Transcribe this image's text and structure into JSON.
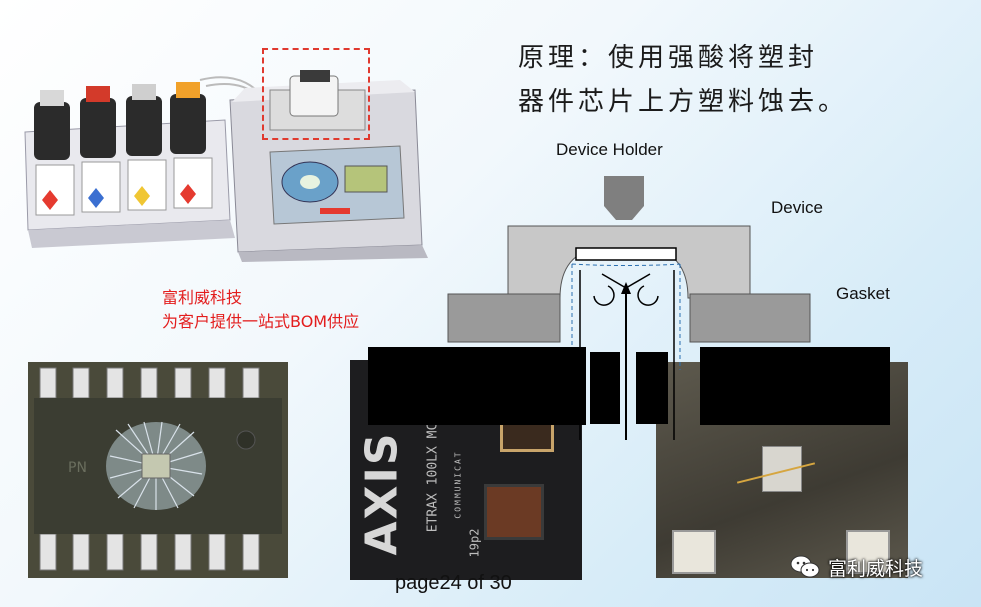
{
  "principle": {
    "line1": "原理：使用强酸将塑封",
    "line2": "器件芯片上方塑料蚀去。"
  },
  "diagram": {
    "device_holder": "Device Holder",
    "device": "Device",
    "gasket": "Gasket"
  },
  "company": {
    "name": "富利威科技",
    "slogan": "为客户提供一站式BOM供应"
  },
  "chip_photo": {
    "marking_left": "AXIS",
    "marking_right": "ETRAX 100LX MC",
    "marking_small": "COMMUNICAT",
    "marking_date": "19p2"
  },
  "footer": {
    "page_label": "page24 of 30"
  },
  "watermark": {
    "text": "富利威科技"
  }
}
